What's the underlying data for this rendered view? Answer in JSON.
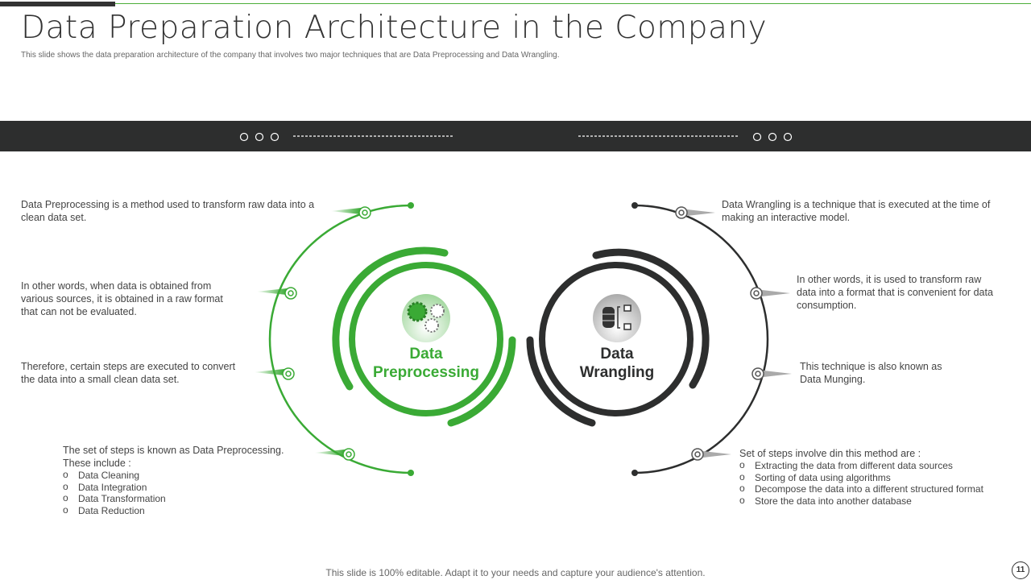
{
  "header": {
    "title": "Data Preparation Architecture in the Company",
    "subtitle": "This slide shows the data preparation architecture of the company that involves two major techniques that are Data Preprocessing and Data Wrangling."
  },
  "colors": {
    "green": "#3aaa35",
    "dark": "#2d2e2e"
  },
  "left": {
    "title_line1": "Data",
    "title_line2": "Preprocessing",
    "icon": "gears-icon",
    "points": [
      "Data Preprocessing is a method used to transform raw data into a clean data set.",
      "In other words, when data is obtained from various sources, it is obtained in a raw format that can not be evaluated.",
      "Therefore,  certain steps are executed to convert the data into a small clean data set.",
      "The set of steps is known as Data Preprocessing. These include :"
    ],
    "bullets": [
      "Data Cleaning",
      "Data Integration",
      "Data Transformation",
      "Data Reduction"
    ]
  },
  "right": {
    "title_line1": "Data",
    "title_line2": "Wrangling",
    "icon": "database-transfer-icon",
    "points": [
      "Data Wrangling is a technique that is executed at the time of making an interactive model.",
      "In other words, it is used to transform raw data into a format that is convenient for data consumption.",
      "This technique is also known as Data Munging.",
      "Set of steps involve  din this method are :"
    ],
    "bullets": [
      "Extracting the data from different data sources",
      "Sorting of data using algorithms",
      "Decompose the data into a different structured format",
      "Store the data into another database"
    ]
  },
  "footer": {
    "text": "This slide is 100% editable. Adapt it to your needs and capture your audience's attention.",
    "page": "11"
  }
}
